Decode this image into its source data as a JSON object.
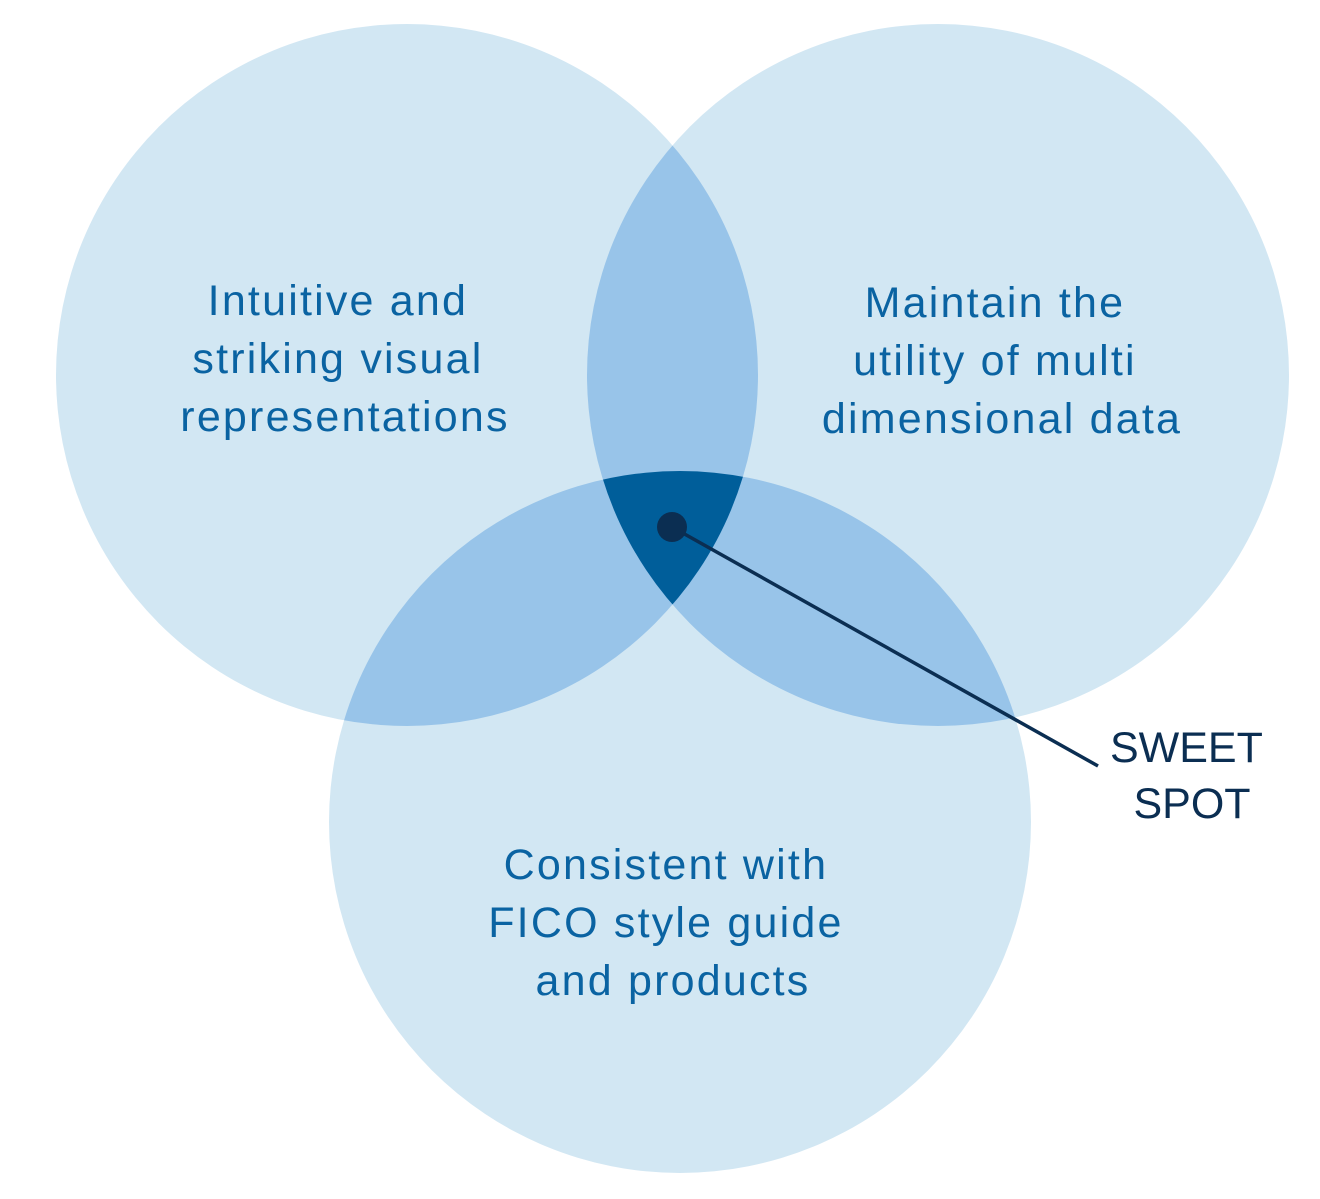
{
  "colors": {
    "background": "#ffffff",
    "circle_fill": "#d2e7f3",
    "pair_overlap_fill": "#98c4e9",
    "triple_overlap_fill": "#005e9a",
    "label_text": "#0a63a2",
    "callout": "#0b2e52"
  },
  "diagram": {
    "circles": [
      {
        "id": "left",
        "label_lines": [
          "Intuitive and",
          "striking visual",
          "representations"
        ]
      },
      {
        "id": "right",
        "label_lines": [
          "Maintain the",
          "utility of multi",
          "dimensional data"
        ]
      },
      {
        "id": "bottom",
        "label_lines": [
          "Consistent with",
          "FICO style guide",
          "and products"
        ]
      }
    ],
    "callout": {
      "label_lines": [
        "SWEET",
        "SPOT"
      ]
    }
  }
}
